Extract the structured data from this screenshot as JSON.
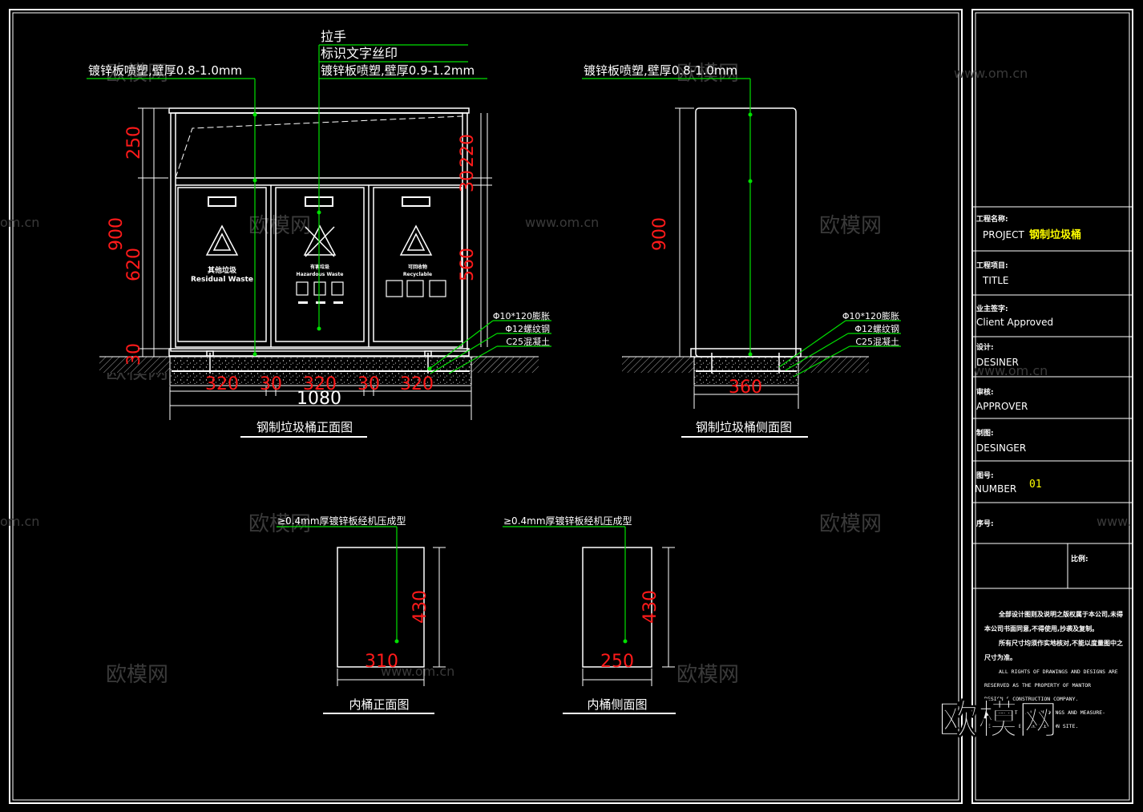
{
  "front_view": {
    "callouts": {
      "handle": "拉手",
      "print": "标识文字丝印",
      "door": "镀锌板喷塑,壁厚0.9-1.2mm",
      "body": "镀锌板喷塑,壁厚0.8-1.0mm"
    },
    "dims_left": {
      "a": "250",
      "b": "900",
      "c": "620",
      "d": "30"
    },
    "dims_right": {
      "a": "220",
      "b": "30",
      "c": "560"
    },
    "dims_bottom": {
      "a": "320",
      "b": "30",
      "c": "320",
      "d": "30",
      "e": "320",
      "total": "1080"
    },
    "bins": [
      {
        "cn": "其他垃圾",
        "en": "Residual Waste"
      },
      {
        "cn": "有害垃圾",
        "en": "Hazardous Waste"
      },
      {
        "cn": "可回收物",
        "en": "Recyclable"
      }
    ],
    "base_labels": {
      "bolt": "Φ10*120膨胀",
      "rebar": "Φ12螺纹钢",
      "concrete": "C25混凝土"
    },
    "caption": "钢制垃圾桶正面图"
  },
  "side_view": {
    "callout": "镀锌板喷塑,壁厚0.8-1.0mm",
    "height": "900",
    "width": "360",
    "base_labels": {
      "bolt": "Φ10*120膨胀",
      "rebar": "Φ12螺纹钢",
      "concrete": "C25混凝土"
    },
    "caption": "钢制垃圾桶侧面图"
  },
  "inner_front": {
    "callout": "≥0.4mm厚镀锌板经机压成型",
    "height": "430",
    "width": "310",
    "caption": "内桶正面图"
  },
  "inner_side": {
    "callout": "≥0.4mm厚镀锌板经机压成型",
    "height": "430",
    "width": "250",
    "caption": "内桶侧面图"
  },
  "title_block": {
    "project_label": "工程名称:",
    "project_key": "PROJECT",
    "project_value": "钢制垃圾桶",
    "title_label": "工程项目:",
    "title_key": "TITLE",
    "client_label": "业主签字:",
    "client_key": "Client Approved",
    "designer_label": "设计:",
    "designer_key": "DESINER",
    "approver_label": "审核:",
    "approver_key": "APPROVER",
    "drafter_label": "制图:",
    "drafter_key": "DESINGER",
    "number_label": "图号:",
    "number_key": "NUMBER",
    "number_value": "01",
    "seq_label": "序号:",
    "scale_label": "比例:",
    "notes_cn_1": "全部设计图则及说明之版权属于本公司,未得",
    "notes_cn_2": "本公司书面同意,不得使用,抄袭及复制。",
    "notes_cn_3": "所有尺寸均须作实地核对,不能以度量图中之",
    "notes_cn_4": "尺寸为准。",
    "notes_en_1": "ALL RIGHTS OF DRAWINGS AND DESIGNS ARE",
    "notes_en_2": "RESERVED AS THE PROPERTY OF MANTOR",
    "notes_en_3": "DESIGN & CONSTRUCTION COMPANY.",
    "notes_en_4": "DO NOT SCALE DRAWINGS AND MEASURE-",
    "notes_en_5": "MENTS MUST BE CHECKED ON SITE."
  },
  "watermarks": {
    "cn": "欧模网",
    "url": "www.om.cn",
    "url_short": "om.cn",
    "url_cut": "www.",
    "brand": "欧模网"
  },
  "colors": {
    "dim": "#ff1a1a",
    "leader": "#00e000",
    "line": "#ffffff",
    "title_highlight": "#ffff00"
  }
}
